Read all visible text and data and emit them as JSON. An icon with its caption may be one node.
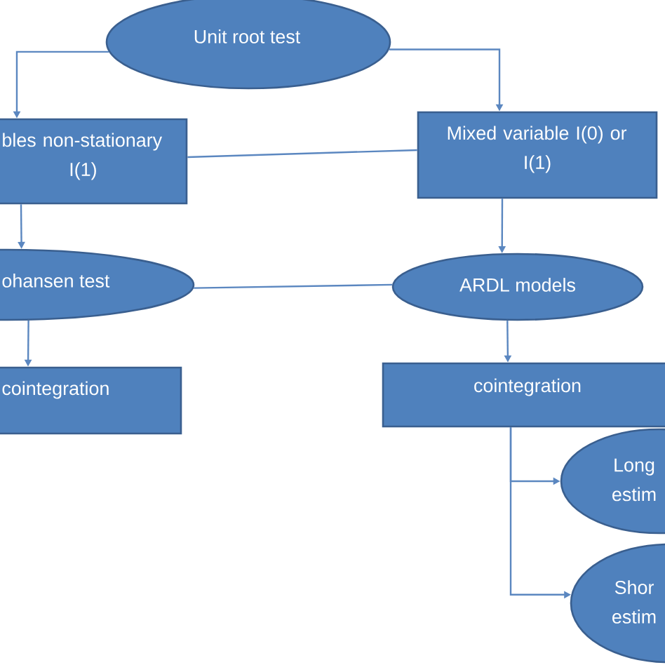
{
  "diagram": {
    "nodes": [
      {
        "text": [
          "Unit root test"
        ]
      },
      {
        "text": [
          "bles non-stationary I(1)"
        ]
      },
      {
        "text": [
          "Mixed variable I(0) or I(1)"
        ]
      },
      {
        "text": [
          "ohansen test"
        ]
      },
      {
        "text": [
          "ARDL models"
        ]
      },
      {
        "text": [
          "cointegration"
        ]
      },
      {
        "text": [
          "cointegration"
        ]
      },
      {
        "text": [
          "Long estim"
        ]
      },
      {
        "text": [
          "Shor estim"
        ]
      }
    ],
    "edges": [
      {
        "from": 0,
        "to": 1,
        "arrow": "to"
      },
      {
        "from": 0,
        "to": 2,
        "arrow": "to"
      },
      {
        "from": 1,
        "to": 2,
        "arrow": "none"
      },
      {
        "from": 1,
        "to": 3,
        "arrow": "to"
      },
      {
        "from": 2,
        "to": 4,
        "arrow": "to"
      },
      {
        "from": 3,
        "to": 4,
        "arrow": "none"
      },
      {
        "from": 3,
        "to": 5,
        "arrow": "to"
      },
      {
        "from": 4,
        "to": 6,
        "arrow": "to"
      },
      {
        "from": 6,
        "to": 7,
        "arrow": "to"
      },
      {
        "from": 6,
        "to": 8,
        "arrow": "to"
      }
    ]
  }
}
